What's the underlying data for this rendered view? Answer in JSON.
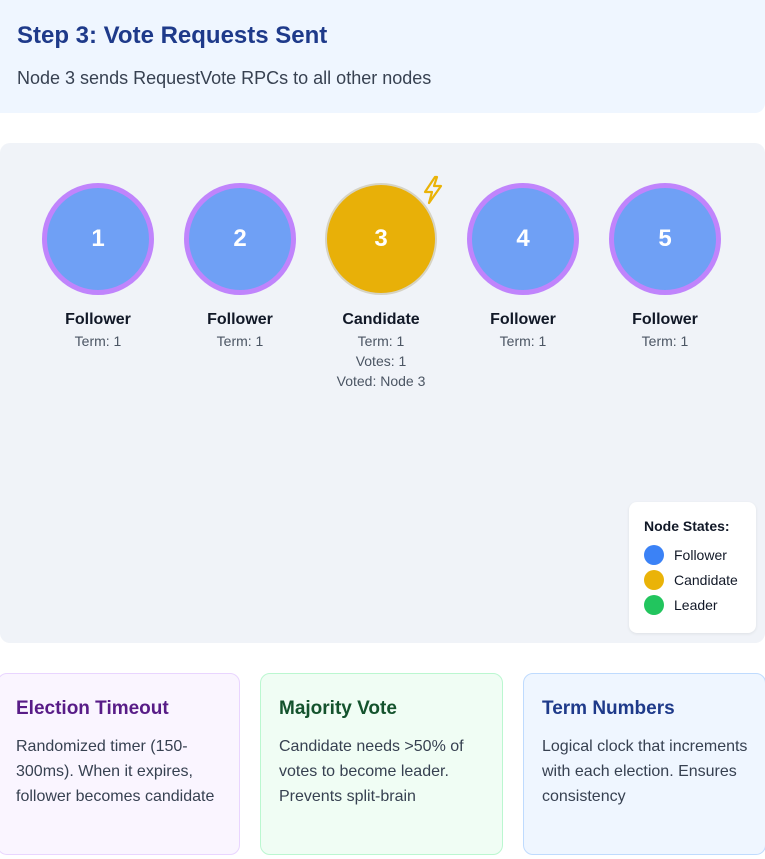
{
  "step": {
    "title": "Step 3: Vote Requests Sent",
    "description": "Node 3 sends RequestVote RPCs to all other nodes"
  },
  "nodes": [
    {
      "id": "1",
      "role": "Follower",
      "term": "Term: 1",
      "votes": "",
      "voted": ""
    },
    {
      "id": "2",
      "role": "Follower",
      "term": "Term: 1",
      "votes": "",
      "voted": ""
    },
    {
      "id": "3",
      "role": "Candidate",
      "term": "Term: 1",
      "votes": "Votes: 1",
      "voted": "Voted: Node 3",
      "icon": "lightning-icon"
    },
    {
      "id": "4",
      "role": "Follower",
      "term": "Term: 1",
      "votes": "",
      "voted": ""
    },
    {
      "id": "5",
      "role": "Follower",
      "term": "Term: 1",
      "votes": "",
      "voted": ""
    }
  ],
  "legend": {
    "title": "Node States:",
    "items": [
      {
        "label": "Follower",
        "color": "#3b82f6"
      },
      {
        "label": "Candidate",
        "color": "#eab308"
      },
      {
        "label": "Leader",
        "color": "#22c55e"
      }
    ]
  },
  "colors": {
    "follower_fill": "#6fa0f5",
    "candidate_fill": "#e8b008",
    "node_border": "#c084fc"
  },
  "cards": [
    {
      "title": "Election Timeout",
      "text": "Randomized timer (150-300ms). When it expires, follower becomes candidate",
      "bg": "#faf5ff",
      "border": "#e9d5ff",
      "title_color": "#581c87"
    },
    {
      "title": "Majority Vote",
      "text": "Candidate needs >50% of votes to become leader. Prevents split-brain",
      "bg": "#f0fdf4",
      "border": "#bbf7d0",
      "title_color": "#14532d"
    },
    {
      "title": "Term Numbers",
      "text": "Logical clock that increments with each election. Ensures consistency",
      "bg": "#eff6ff",
      "border": "#bfdbfe",
      "title_color": "#1e3a8a"
    }
  ]
}
